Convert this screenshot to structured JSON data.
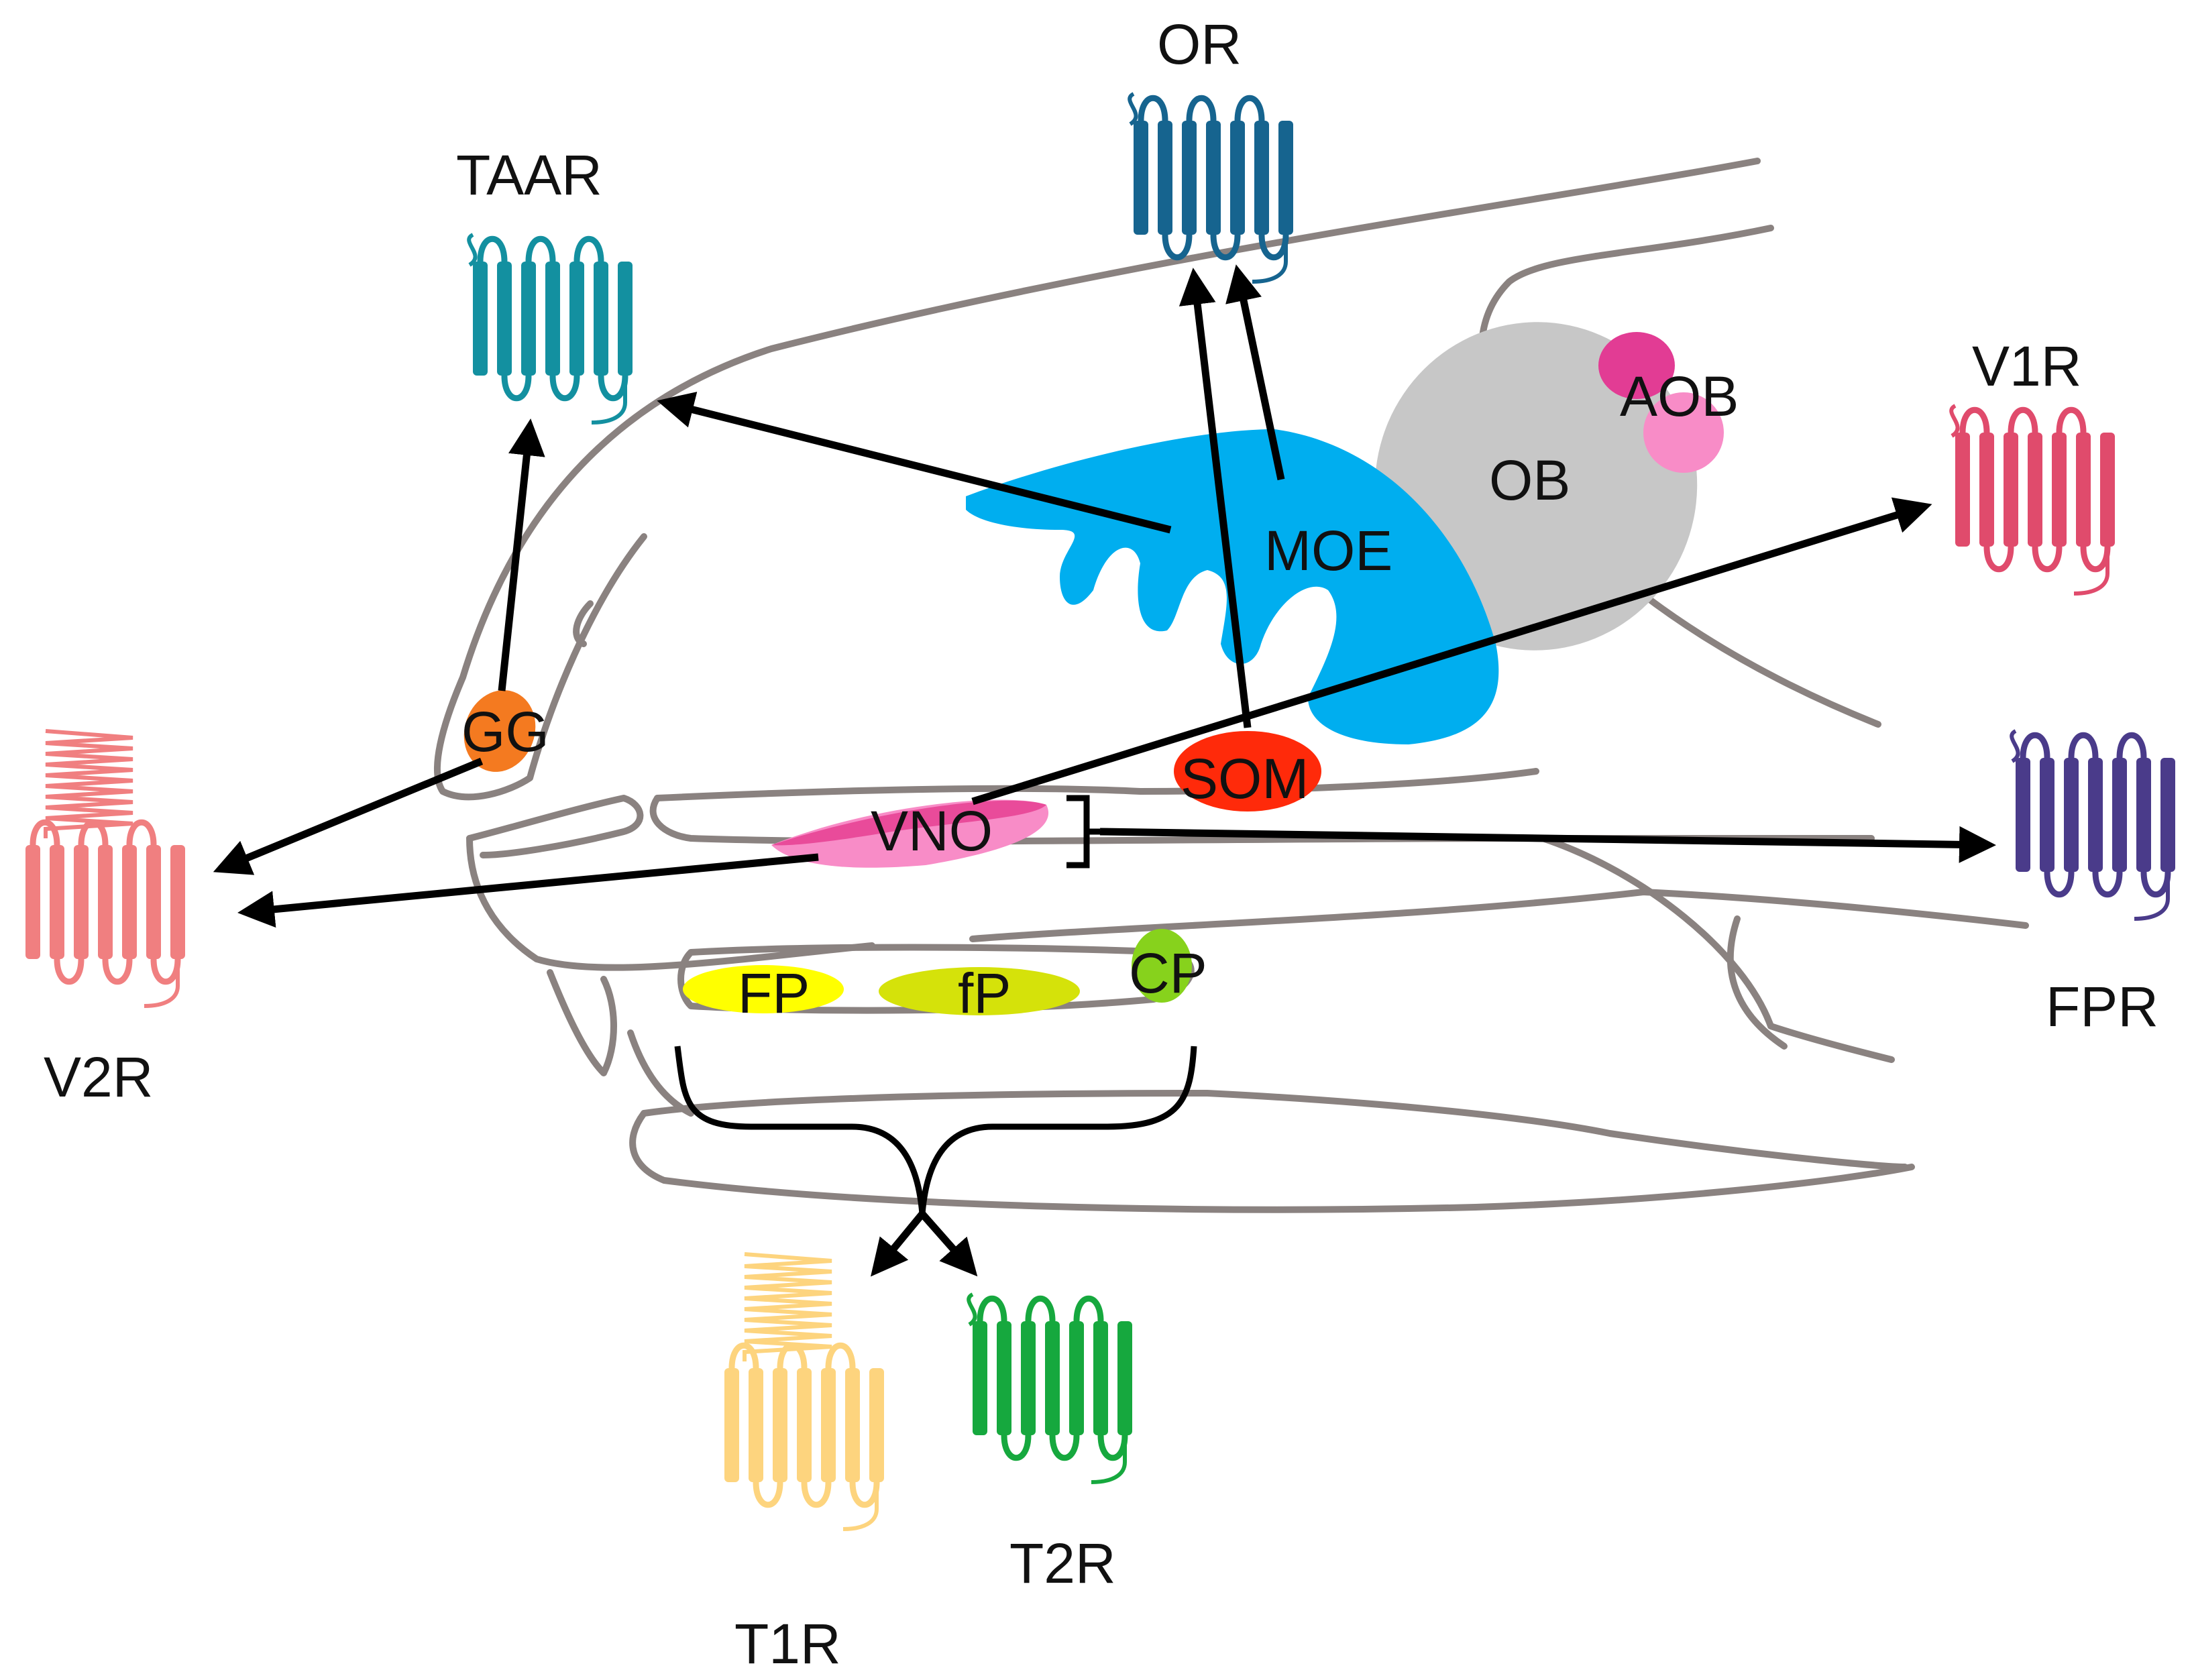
{
  "labels": {
    "or": "OR",
    "taar": "TAAR",
    "v1r": "V1R",
    "v2r": "V2R",
    "fpr": "FPR",
    "t1r": "T1R",
    "t2r": "T2R",
    "moe": "MOE",
    "ob": "OB",
    "aob": "AOB",
    "gg": "GG",
    "som": "SOM",
    "vno": "VNO",
    "fp_upper": "FP",
    "fp_lower": "fP",
    "cp": "CP"
  },
  "receptors": [
    {
      "id": "or",
      "color": "#16648f",
      "type": "seven-tm"
    },
    {
      "id": "taar",
      "color": "#1390a0",
      "type": "seven-tm"
    },
    {
      "id": "v1r",
      "color": "#e04b6c",
      "type": "seven-tm"
    },
    {
      "id": "v2r",
      "color": "#f07f80",
      "type": "seven-tm-venus-flytrap"
    },
    {
      "id": "fpr",
      "color": "#4a3b8a",
      "type": "seven-tm"
    },
    {
      "id": "t1r",
      "color": "#fdd47e",
      "type": "seven-tm-venus-flytrap"
    },
    {
      "id": "t2r",
      "color": "#16a83e",
      "type": "seven-tm"
    }
  ],
  "organ_colors": {
    "moe": "#00aeef",
    "ob": "#c7c7c7",
    "aob_dark": "#e23c94",
    "aob_light": "#f88cc7",
    "gg": "#f47a20",
    "som": "#ff2a0a",
    "vno": "#e94b9a",
    "fp_upper": "#ffff00",
    "fp_lower": "#d5e20a",
    "cp": "#87d21c",
    "outline": "#8a8280",
    "arrow": "#000000"
  }
}
